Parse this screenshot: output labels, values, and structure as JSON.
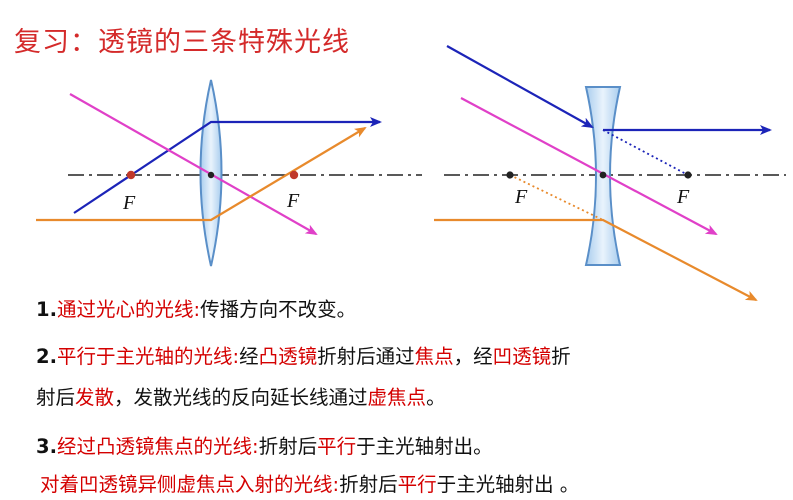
{
  "title": "复习：透镜的三条特殊光线",
  "labels": {
    "focus": "F"
  },
  "colors": {
    "title": "#d42a2a",
    "highlight": "#d40000",
    "ray_blue": "#1c24b8",
    "ray_magenta": "#e040c8",
    "ray_orange": "#e88a2c",
    "focus_point": "#c0392b",
    "lens_fill": "#c6def3",
    "lens_stroke": "#5a8fc8",
    "axis": "#222222"
  },
  "text": {
    "line1": {
      "num": "1.",
      "highlight": "通过光心的光线:",
      "rest": "传播方向不改变。"
    },
    "line2a": {
      "num": "2.",
      "h1": "平行于主光轴的光线:",
      "t1": "经",
      "h2": "凸透镜",
      "t2": "折射后通过",
      "h3": "焦点",
      "t3": "，经",
      "h4": "凹透镜",
      "t4": "折"
    },
    "line2b": {
      "t1": "射后",
      "h1": "发散",
      "t2": "，发散光线的反向延长线通过",
      "h2": "虚焦点",
      "t3": "。"
    },
    "line3a": {
      "num": "3.",
      "h1": "经过凸透镜焦点的光线:",
      "t1": "折射后",
      "h2": "平行",
      "t2": "于主光轴射出。"
    },
    "line3b": {
      "h1": "对着凹透镜异侧虚焦点入射的光线:",
      "t1": "折射后",
      "h2": "平行",
      "t2": "于主光轴射出 。"
    }
  }
}
